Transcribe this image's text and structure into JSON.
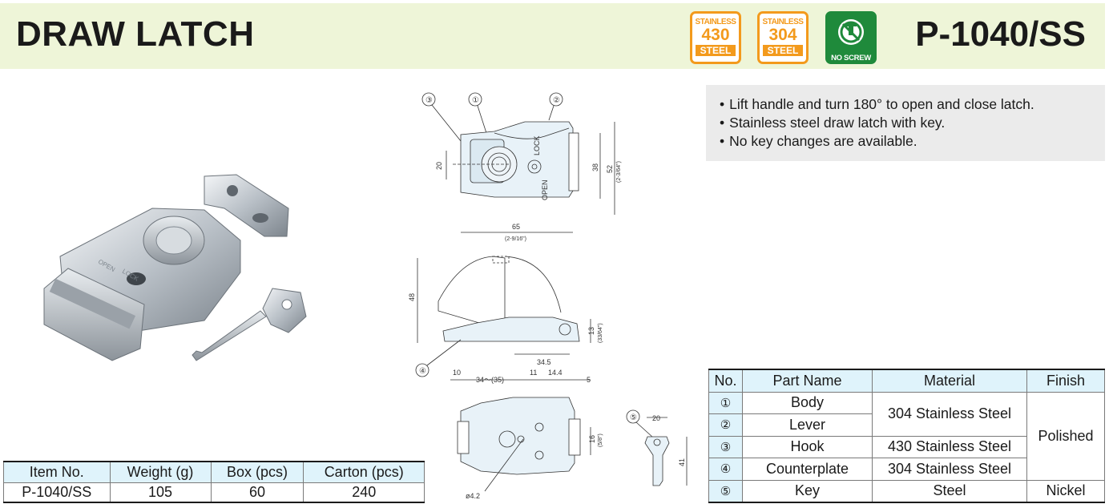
{
  "header": {
    "title": "DRAW LATCH",
    "model": "P-1040/SS",
    "badges": [
      {
        "top": "STAINLESS",
        "number": "430",
        "bottom": "STEEL"
      },
      {
        "top": "STAINLESS",
        "number": "304",
        "bottom": "STEEL"
      },
      {
        "label": "NO SCREW",
        "icon": "no-screw-icon"
      }
    ]
  },
  "features": [
    "Lift handle and turn 180° to open and close latch.",
    "Stainless steel draw latch with key.",
    "No key changes are available."
  ],
  "drawing": {
    "callouts": [
      "①",
      "②",
      "③",
      "④",
      "⑤"
    ],
    "top_view": {
      "dim_width": "65",
      "dim_width_inch": "(2-9/16\")",
      "dim_height_outer": "52",
      "dim_height_outer_inch": "(2-3/64\")",
      "dim_height_inner": "38",
      "dim_left": "20",
      "label_lock": "LOCK",
      "label_open": "OPEN"
    },
    "side_view": {
      "dim_height": "48",
      "dim_13": "13",
      "dim_13_inch": "(33/64\")",
      "dim_345": "34.5"
    },
    "bottom_view": {
      "dim_10": "10",
      "dim_34": "34～(35)",
      "dim_11": "11",
      "dim_144": "14.4",
      "dim_5": "5",
      "dim_16": "16",
      "dim_16_inch": "(5/8\")",
      "dim_hole": "ø4.2"
    },
    "key_view": {
      "dim_20": "20",
      "dim_41": "41"
    },
    "photo_labels": {
      "lock": "LOCK",
      "open": "OPEN"
    }
  },
  "items_table": {
    "headers": [
      "Item No.",
      "Weight (g)",
      "Box (pcs)",
      "Carton (pcs)"
    ],
    "row": [
      "P-1040/SS",
      "105",
      "60",
      "240"
    ]
  },
  "parts_table": {
    "headers": [
      "No.",
      "Part Name",
      "Material",
      "Finish"
    ],
    "rows": [
      {
        "no": "①",
        "name": "Body"
      },
      {
        "no": "②",
        "name": "Lever"
      },
      {
        "no": "③",
        "name": "Hook"
      },
      {
        "no": "④",
        "name": "Counterplate"
      },
      {
        "no": "⑤",
        "name": "Key"
      }
    ],
    "materials": [
      "304 Stainless Steel",
      "430 Stainless Steel",
      "304 Stainless Steel",
      "Steel"
    ],
    "finishes": [
      "Polished",
      "Nickel"
    ]
  },
  "colors": {
    "header_bg": "#eef5d8",
    "badge_orange": "#f39a1c",
    "badge_green": "#1f8a3b",
    "table_header": "#dff3fb",
    "feature_bg": "#ebebeb"
  }
}
